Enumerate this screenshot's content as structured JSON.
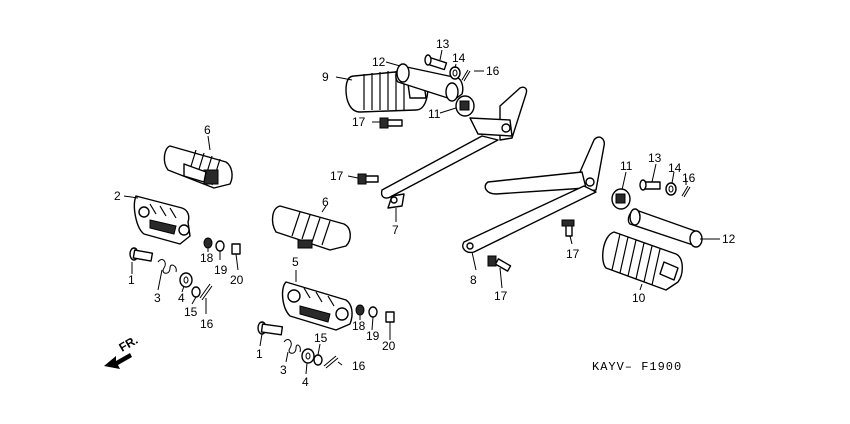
{
  "diagram_code": "KAYV– F1900",
  "direction_label": "FR.",
  "callouts": [
    {
      "id": "c9",
      "text": "9"
    },
    {
      "id": "c12a",
      "text": "12"
    },
    {
      "id": "c13a",
      "text": "13"
    },
    {
      "id": "c14a",
      "text": "14"
    },
    {
      "id": "c16a",
      "text": "16"
    },
    {
      "id": "c17a",
      "text": "17"
    },
    {
      "id": "c11a",
      "text": "11"
    },
    {
      "id": "c6a",
      "text": "6"
    },
    {
      "id": "c17b",
      "text": "17"
    },
    {
      "id": "c7",
      "text": "7"
    },
    {
      "id": "c2",
      "text": "2"
    },
    {
      "id": "c6b",
      "text": "6"
    },
    {
      "id": "c11b",
      "text": "11"
    },
    {
      "id": "c13b",
      "text": "13"
    },
    {
      "id": "c14b",
      "text": "14"
    },
    {
      "id": "c16b",
      "text": "16"
    },
    {
      "id": "c12b",
      "text": "12"
    },
    {
      "id": "c18a",
      "text": "18"
    },
    {
      "id": "c19a",
      "text": "19"
    },
    {
      "id": "c20a",
      "text": "20"
    },
    {
      "id": "c1a",
      "text": "1"
    },
    {
      "id": "c3a",
      "text": "3"
    },
    {
      "id": "c4a",
      "text": "4"
    },
    {
      "id": "c15a",
      "text": "15"
    },
    {
      "id": "c16c",
      "text": "16"
    },
    {
      "id": "c5",
      "text": "5"
    },
    {
      "id": "c17c",
      "text": "17"
    },
    {
      "id": "c8",
      "text": "8"
    },
    {
      "id": "c17d",
      "text": "17"
    },
    {
      "id": "c10",
      "text": "10"
    },
    {
      "id": "c18b",
      "text": "18"
    },
    {
      "id": "c19b",
      "text": "19"
    },
    {
      "id": "c20b",
      "text": "20"
    },
    {
      "id": "c1b",
      "text": "1"
    },
    {
      "id": "c15b",
      "text": "15"
    },
    {
      "id": "c3b",
      "text": "3"
    },
    {
      "id": "c4b",
      "text": "4"
    },
    {
      "id": "c16d",
      "text": "16"
    }
  ]
}
